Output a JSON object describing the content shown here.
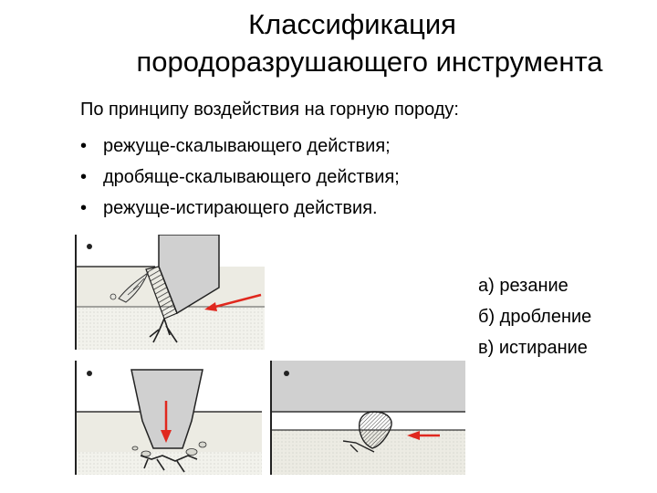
{
  "slide": {
    "title_line1": "Классификация",
    "title_line2": "породоразрушающего инструмента",
    "intro": "По принципу воздействия на горную породу:",
    "bullets": [
      "режуще-скалывающего действия;",
      "дробяще-скалывающего действия;",
      "режуще-истирающего действия."
    ],
    "legend": [
      "а) резание",
      "б) дробление",
      "в) истирание"
    ]
  },
  "colors": {
    "background": "#ffffff",
    "rock_upper": "#ecebe3",
    "rock_lower": "#f2f2ec",
    "tool_body": "#d0d0d0",
    "arrow": "#e0281e"
  }
}
